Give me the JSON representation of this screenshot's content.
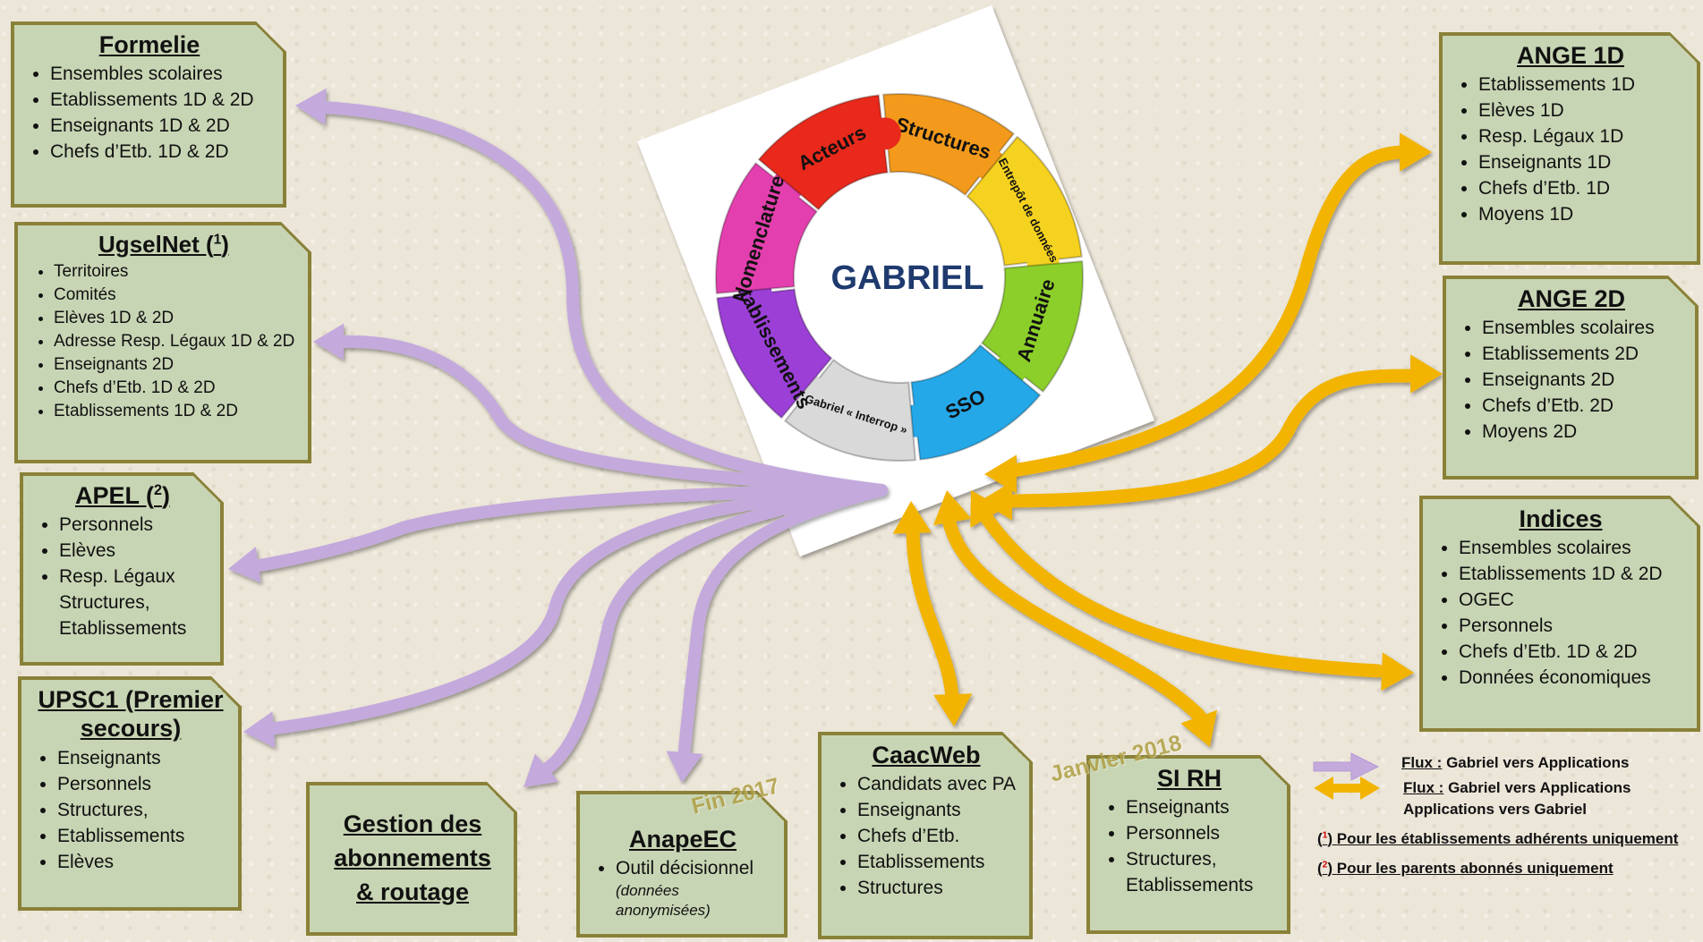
{
  "hub": {
    "title": "GABRIEL",
    "pieces": [
      "Structures",
      "Entrepôt de données",
      "Annuaire",
      "SSO",
      "Gabriel « Interrop »",
      "Etablissements",
      "Nomenclatures",
      "Acteurs"
    ],
    "colors": [
      "#f39a1c",
      "#f5d21f",
      "#8ccf2a",
      "#25a8e8",
      "#d9d9d9",
      "#9b3fd6",
      "#e33fae",
      "#e8291b"
    ]
  },
  "colors": {
    "purple": "#c3a9dc",
    "gold": "#f2b400",
    "box_fill": "#c8d5b4",
    "box_border": "#8a8138"
  },
  "boxes": [
    {
      "id": "formelie",
      "title": "Formelie",
      "items": [
        "Ensembles scolaires",
        "Etablissements 1D & 2D",
        "Enseignants  1D & 2D",
        "Chefs d’Etb. 1D & 2D"
      ]
    },
    {
      "id": "ugselnet",
      "title": "UgselNet (",
      "sup": "1",
      "title_end": ")",
      "items": [
        "Territoires",
        "Comités",
        "Elèves 1D & 2D",
        "Adresse Resp. Légaux 1D & 2D",
        "Enseignants  2D",
        "Chefs d’Etb. 1D & 2D",
        "Etablissements 1D & 2D"
      ]
    },
    {
      "id": "apel",
      "title": "APEL (",
      "sup": "2",
      "title_end": ")",
      "items": [
        "Personnels",
        "Elèves",
        "Resp. Légaux Structures, Etablissements"
      ]
    },
    {
      "id": "upsc1",
      "title": "UPSC1 (Premier secours)",
      "items": [
        "Enseignants",
        "Personnels",
        "Structures,",
        "Etablissements",
        "Elèves"
      ]
    },
    {
      "id": "gestion",
      "title": "Gestion des abonnements & routage",
      "items": []
    },
    {
      "id": "anapeec",
      "title": "AnapeEC",
      "items": [
        "Outil décisionnel"
      ],
      "sub": "(données anonymisées)"
    },
    {
      "id": "caacweb",
      "title": "CaacWeb",
      "items": [
        "Candidats avec PA",
        "Enseignants",
        "Chefs d’Etb.",
        "Etablissements",
        "Structures"
      ]
    },
    {
      "id": "sirh",
      "title": "SI RH",
      "items": [
        "Enseignants",
        "Personnels",
        "Structures, Etablissements"
      ]
    },
    {
      "id": "ange1d",
      "title": "ANGE 1D",
      "items": [
        "Etablissements 1D",
        "Elèves 1D",
        "Resp. Légaux  1D",
        "Enseignants  1D",
        "Chefs d’Etb. 1D",
        "Moyens  1D"
      ]
    },
    {
      "id": "ange2d",
      "title": "ANGE 2D",
      "items": [
        "Ensembles scolaires",
        "Etablissements 2D",
        "Enseignants  2D",
        "Chefs d’Etb. 2D",
        "Moyens  2D"
      ]
    },
    {
      "id": "indices",
      "title": "Indices",
      "items": [
        "Ensembles scolaires",
        "Etablissements 1D & 2D",
        "OGEC",
        "Personnels",
        "Chefs d’Etb. 1D & 2D",
        "Données économiques"
      ]
    }
  ],
  "dates": {
    "fin2017": "Fin 2017",
    "janvier2018": "Janvier 2018"
  },
  "legend": {
    "flux_label": "Flux  :",
    "purple_text": "Gabriel vers Applications",
    "gold_text_1": "Gabriel vers Applications",
    "gold_text_2": "Applications vers Gabriel"
  },
  "notes": [
    {
      "sup": "1",
      "text": "Pour les établissements adhérents uniquement"
    },
    {
      "sup": "2",
      "text": "Pour les parents abonnés uniquement"
    }
  ]
}
